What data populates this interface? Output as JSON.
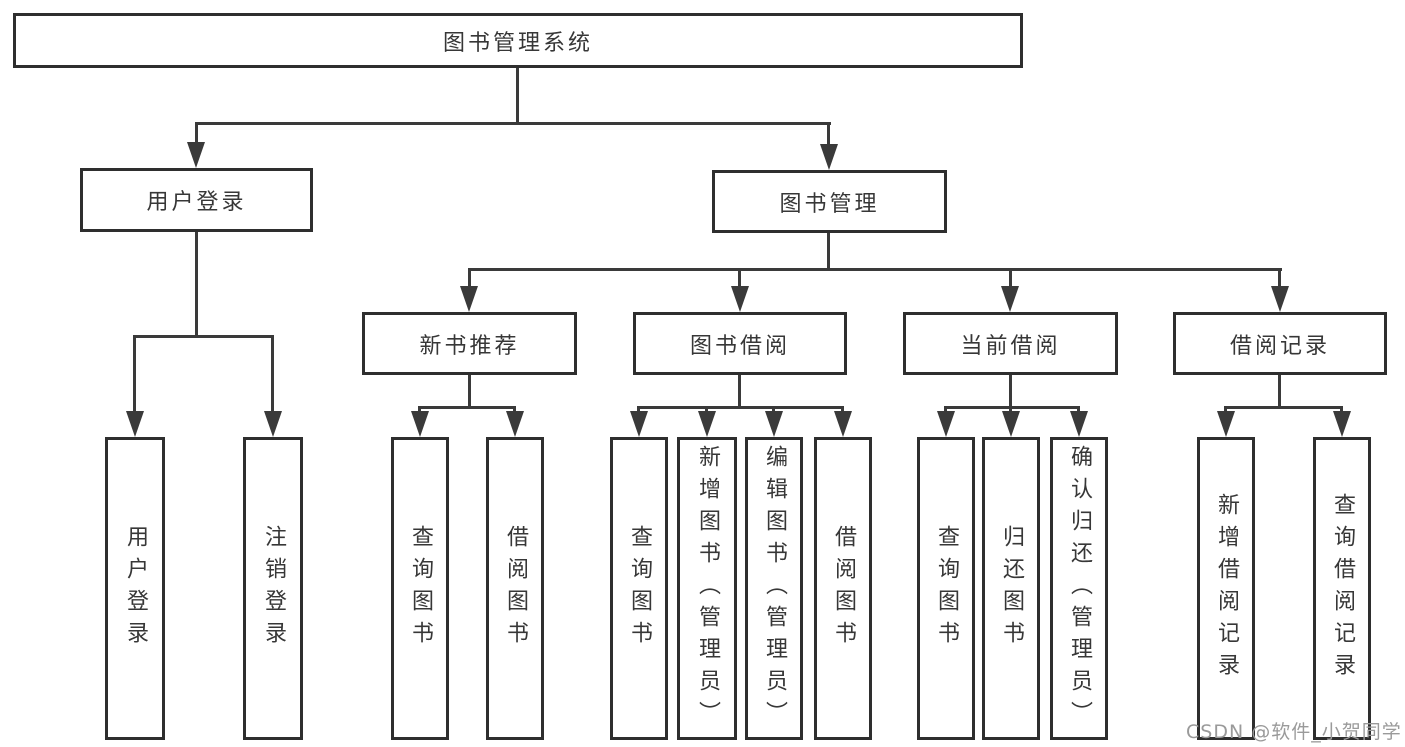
{
  "diagram": {
    "root": {
      "label": "图书管理系统"
    },
    "branches": [
      {
        "label": "用户登录",
        "children": [
          {
            "label": "用户登录"
          },
          {
            "label": "注销登录"
          }
        ]
      },
      {
        "label": "图书管理",
        "children": [
          {
            "label": "新书推荐",
            "children": [
              {
                "label": "查询图书"
              },
              {
                "label": "借阅图书"
              }
            ]
          },
          {
            "label": "图书借阅",
            "children": [
              {
                "label": "查询图书"
              },
              {
                "label": "新增图书（管理员）"
              },
              {
                "label": "编辑图书（管理员）"
              },
              {
                "label": "借阅图书"
              }
            ]
          },
          {
            "label": "当前借阅",
            "children": [
              {
                "label": "查询图书"
              },
              {
                "label": "归还图书"
              },
              {
                "label": "确认归还（管理员）"
              }
            ]
          },
          {
            "label": "借阅记录",
            "children": [
              {
                "label": "新增借阅记录"
              },
              {
                "label": "查询借阅记录"
              }
            ]
          }
        ]
      }
    ]
  },
  "watermark": {
    "text": "CSDN @软件_小贺同学"
  },
  "colors": {
    "line": "#3a3a3a",
    "box_border": "#2e2e2e",
    "text": "#373737",
    "watermark": "#9a9a9a",
    "background": "#ffffff"
  }
}
